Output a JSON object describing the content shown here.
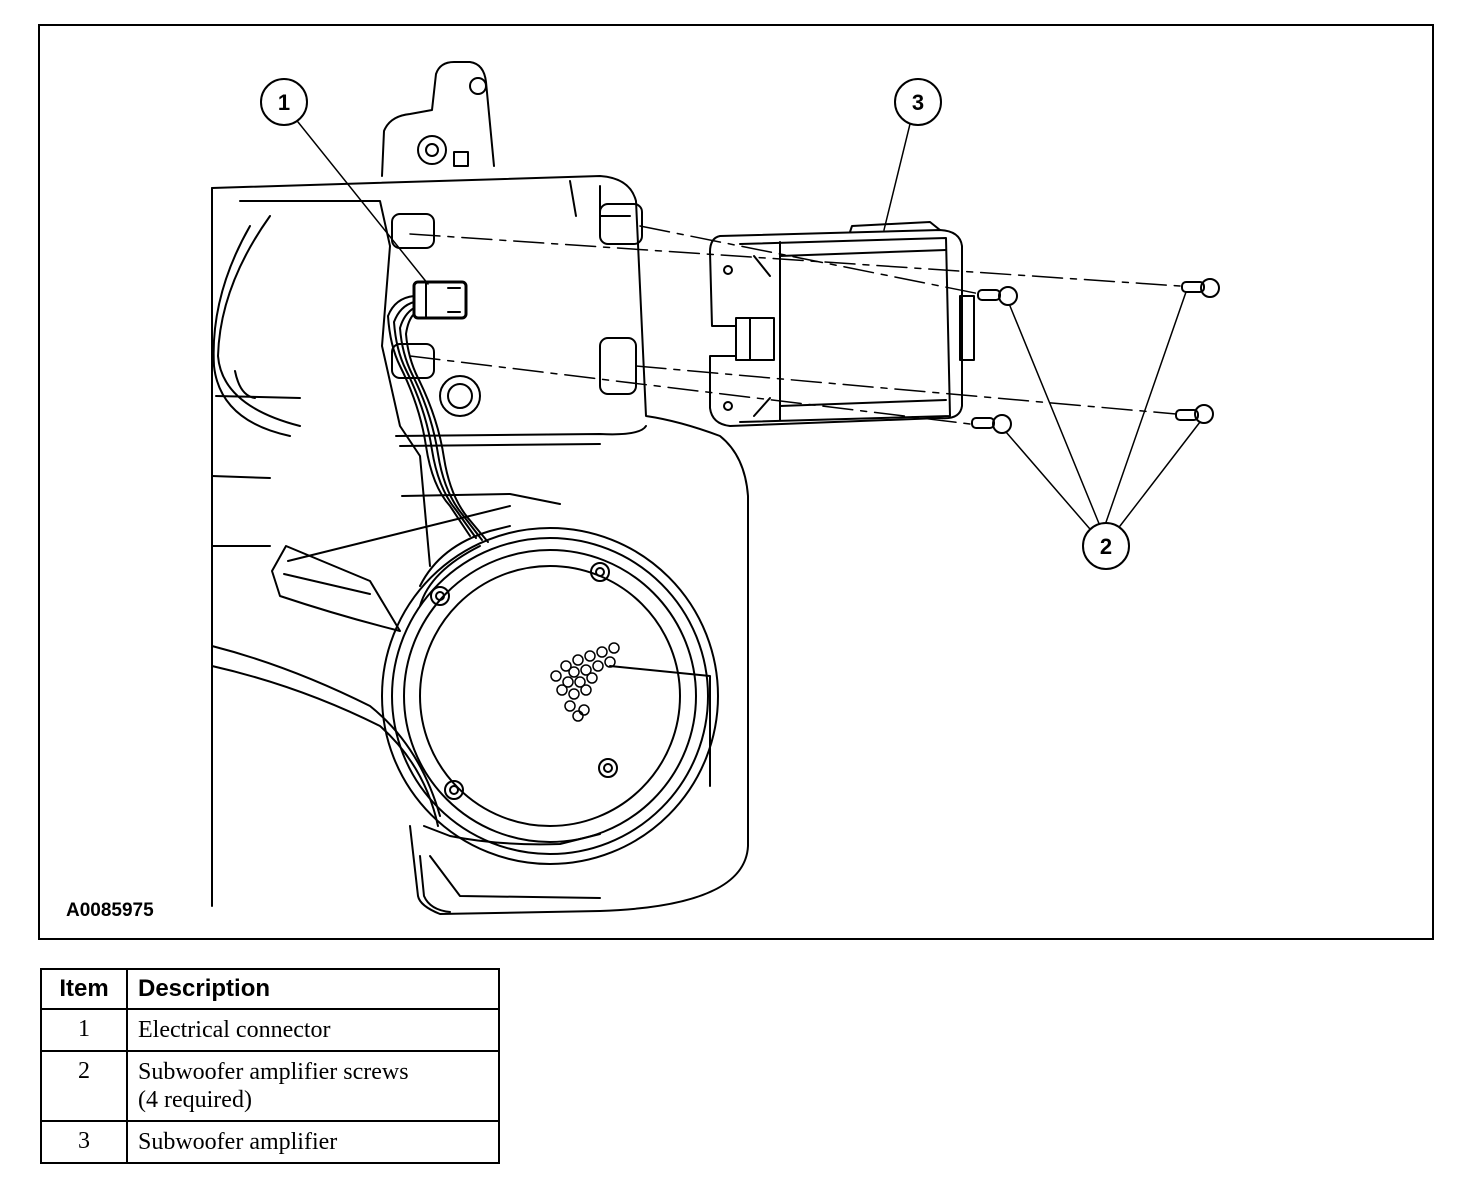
{
  "figure": {
    "id": "A0085975",
    "callouts": [
      "1",
      "2",
      "3"
    ]
  },
  "legend": {
    "headers": {
      "item": "Item",
      "description": "Description"
    },
    "rows": [
      {
        "item": "1",
        "lines": [
          "Electrical connector"
        ]
      },
      {
        "item": "2",
        "lines": [
          "Subwoofer amplifier screws",
          "(4 required)"
        ]
      },
      {
        "item": "3",
        "lines": [
          "Subwoofer amplifier"
        ]
      }
    ]
  }
}
